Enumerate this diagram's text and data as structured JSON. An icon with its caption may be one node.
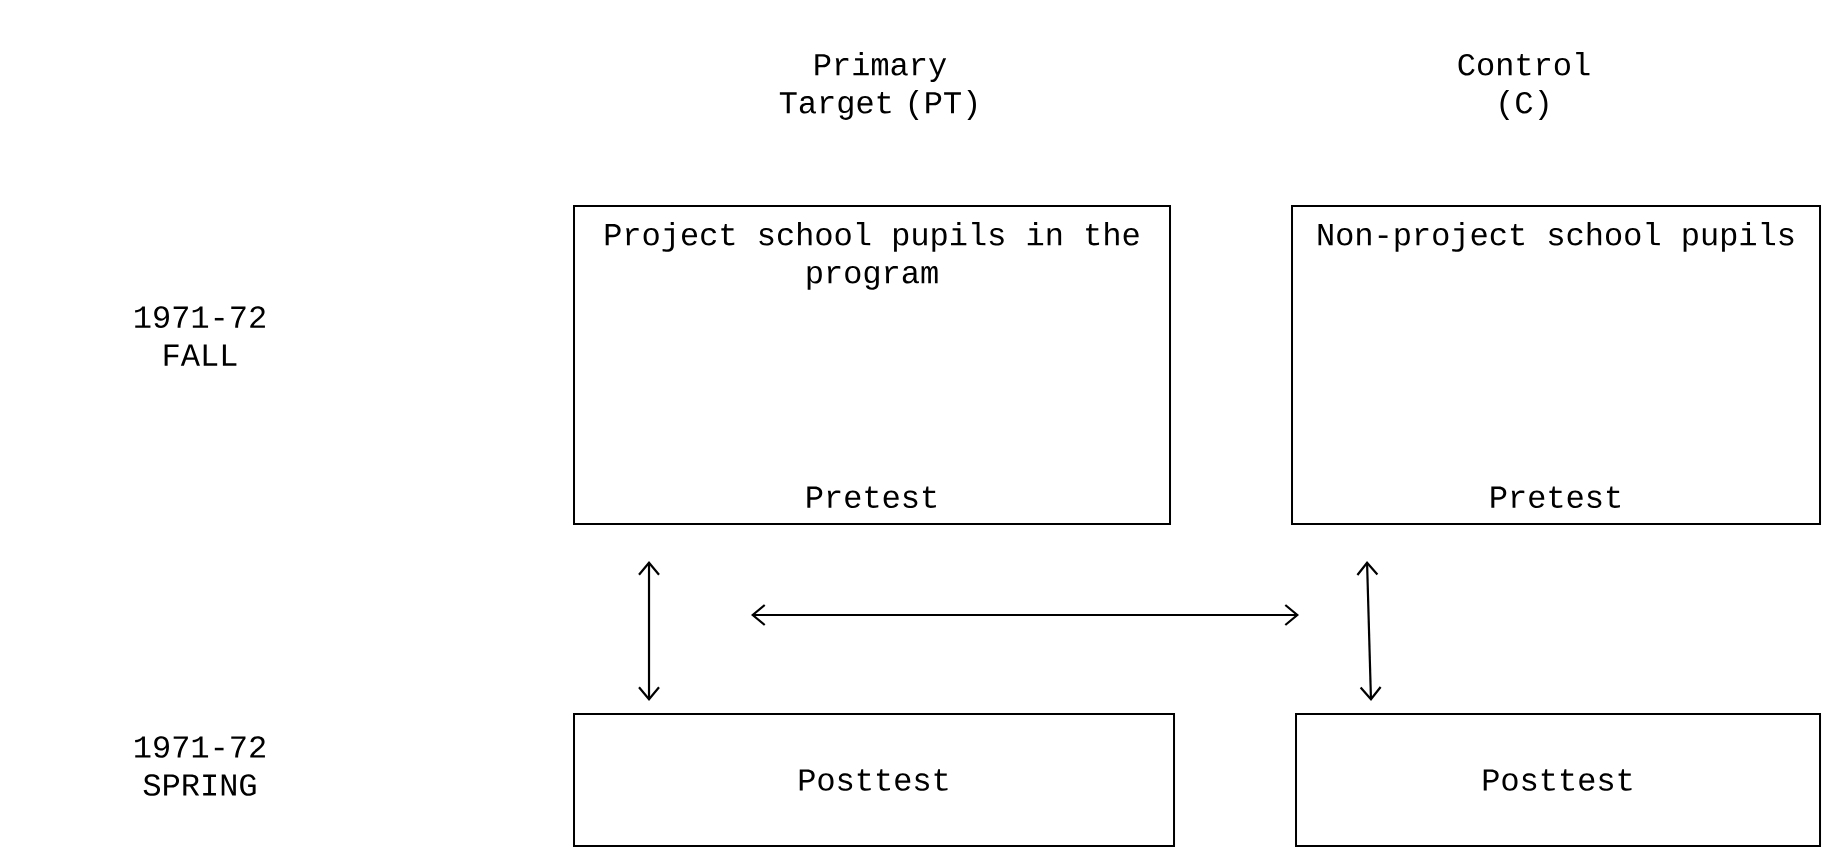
{
  "diagram": {
    "nodes": [
      {
        "text": [
          "Project school pupils in the program",
          "Pretest"
        ]
      },
      {
        "text": [
          "Non-project school pupils",
          "Pretest"
        ]
      },
      {
        "text": [
          "Posttest"
        ]
      },
      {
        "text": [
          "Posttest"
        ]
      }
    ],
    "edges": [
      {
        "from": 0,
        "to": 2,
        "arrow": "both"
      },
      {
        "from": 0,
        "to": 1,
        "arrow": "both"
      },
      {
        "from": 1,
        "to": 3,
        "arrow": "both"
      }
    ],
    "labels": [
      "Primary Target (PT)",
      "Control (C)",
      "1971-72 FALL",
      "1971-72 SPRING"
    ]
  }
}
